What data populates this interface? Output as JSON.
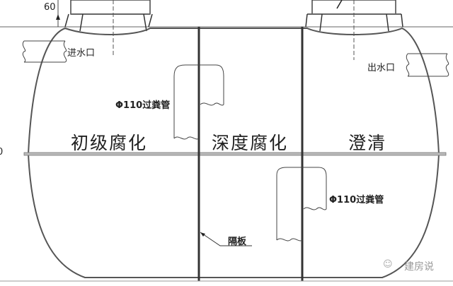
{
  "diagram": {
    "dimension_top": "60",
    "dimension_left_partial": "0",
    "inlet_label": "进水口",
    "outlet_label": "出水口",
    "pipe_label_1": "Φ110过粪管",
    "pipe_label_2": "Φ110过粪管",
    "partition_label": "隔板",
    "zones": [
      {
        "label": "初级腐化"
      },
      {
        "label": "深度腐化"
      },
      {
        "label": "澄清"
      }
    ],
    "watermark": "建房说"
  }
}
